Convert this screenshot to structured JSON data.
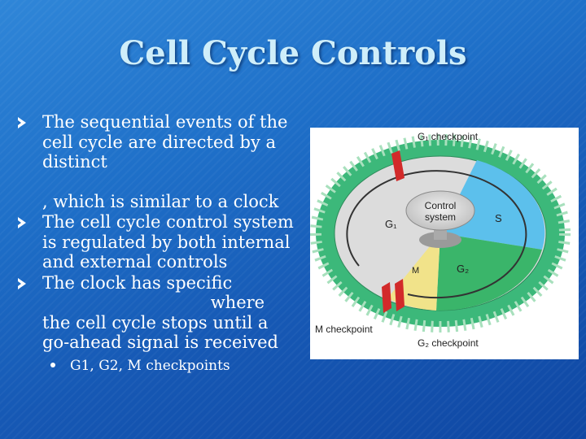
{
  "slide": {
    "title": "Cell Cycle Controls",
    "bullets": [
      {
        "line1": "The sequential events of the cell cycle are directed by a distinct",
        "line2": ", which is similar to a clock"
      },
      {
        "text": "The cell cycle control system is regulated by both internal and external controls"
      },
      {
        "line1": "The clock has specific",
        "line2": "where the cell cycle stops until a go-ahead signal is received"
      }
    ],
    "sub_bullet": "G1, G2, M checkpoints"
  },
  "figure": {
    "control_line1": "Control",
    "control_line2": "system",
    "g1_checkpoint": "G₁ checkpoint",
    "m_checkpoint": "M checkpoint",
    "g2_checkpoint": "G₂ checkpoint",
    "phase_g1": "G₁",
    "phase_s": "S",
    "phase_g2": "G₂",
    "phase_m": "M",
    "colors": {
      "ring": "#3cb87a",
      "g1": "#dcdcdc",
      "s": "#5cc0ec",
      "g2": "#3ab56a",
      "m": "#f1e38a",
      "checkpoint": "#d22a2a"
    }
  }
}
